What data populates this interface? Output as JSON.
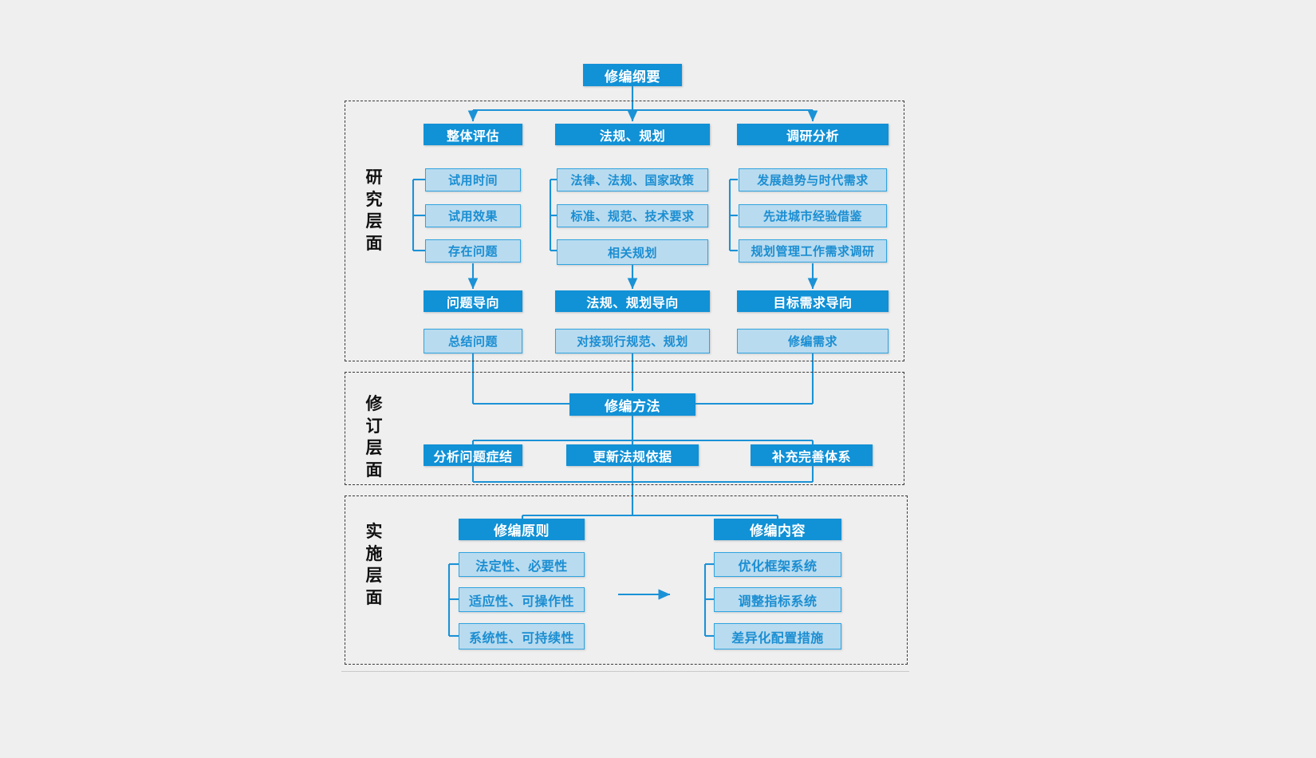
{
  "diagram": {
    "title": "修编纲要",
    "theme": {
      "background": "#efefef",
      "dark_fill": "#1191d6",
      "light_fill": "#b9dbef",
      "light_border": "#2fa4e0",
      "connector": "#1b92d6",
      "section_border": "#3a3a3a",
      "dark_text": "#ffffff",
      "light_text": "#1b8ed2"
    },
    "sections": [
      {
        "id": "research",
        "label": "研究层面",
        "columns": [
          {
            "header": "整体评估",
            "items": [
              "试用时间",
              "试用效果",
              "存在问题"
            ],
            "orientation": "问题导向",
            "outcome": "总结问题"
          },
          {
            "header": "法规、规划",
            "items": [
              "法律、法规、国家政策",
              "标准、规范、技术要求",
              "相关规划"
            ],
            "orientation": "法规、规划导向",
            "outcome": "对接现行规范、规划"
          },
          {
            "header": "调研分析",
            "items": [
              "发展趋势与时代需求",
              "先进城市经验借鉴",
              "规划管理工作需求调研"
            ],
            "orientation": "目标需求导向",
            "outcome": "修编需求"
          }
        ]
      },
      {
        "id": "revision",
        "label": "修订层面",
        "header": "修编方法",
        "items": [
          "分析问题症结",
          "更新法规依据",
          "补充完善体系"
        ]
      },
      {
        "id": "implementation",
        "label": "实施层面",
        "groups": [
          {
            "header": "修编原则",
            "items": [
              "法定性、必要性",
              "适应性、可操作性",
              "系统性、可持续性"
            ]
          },
          {
            "header": "修编内容",
            "items": [
              "优化框架系统",
              "调整指标系统",
              "差异化配置措施"
            ]
          }
        ]
      }
    ]
  }
}
